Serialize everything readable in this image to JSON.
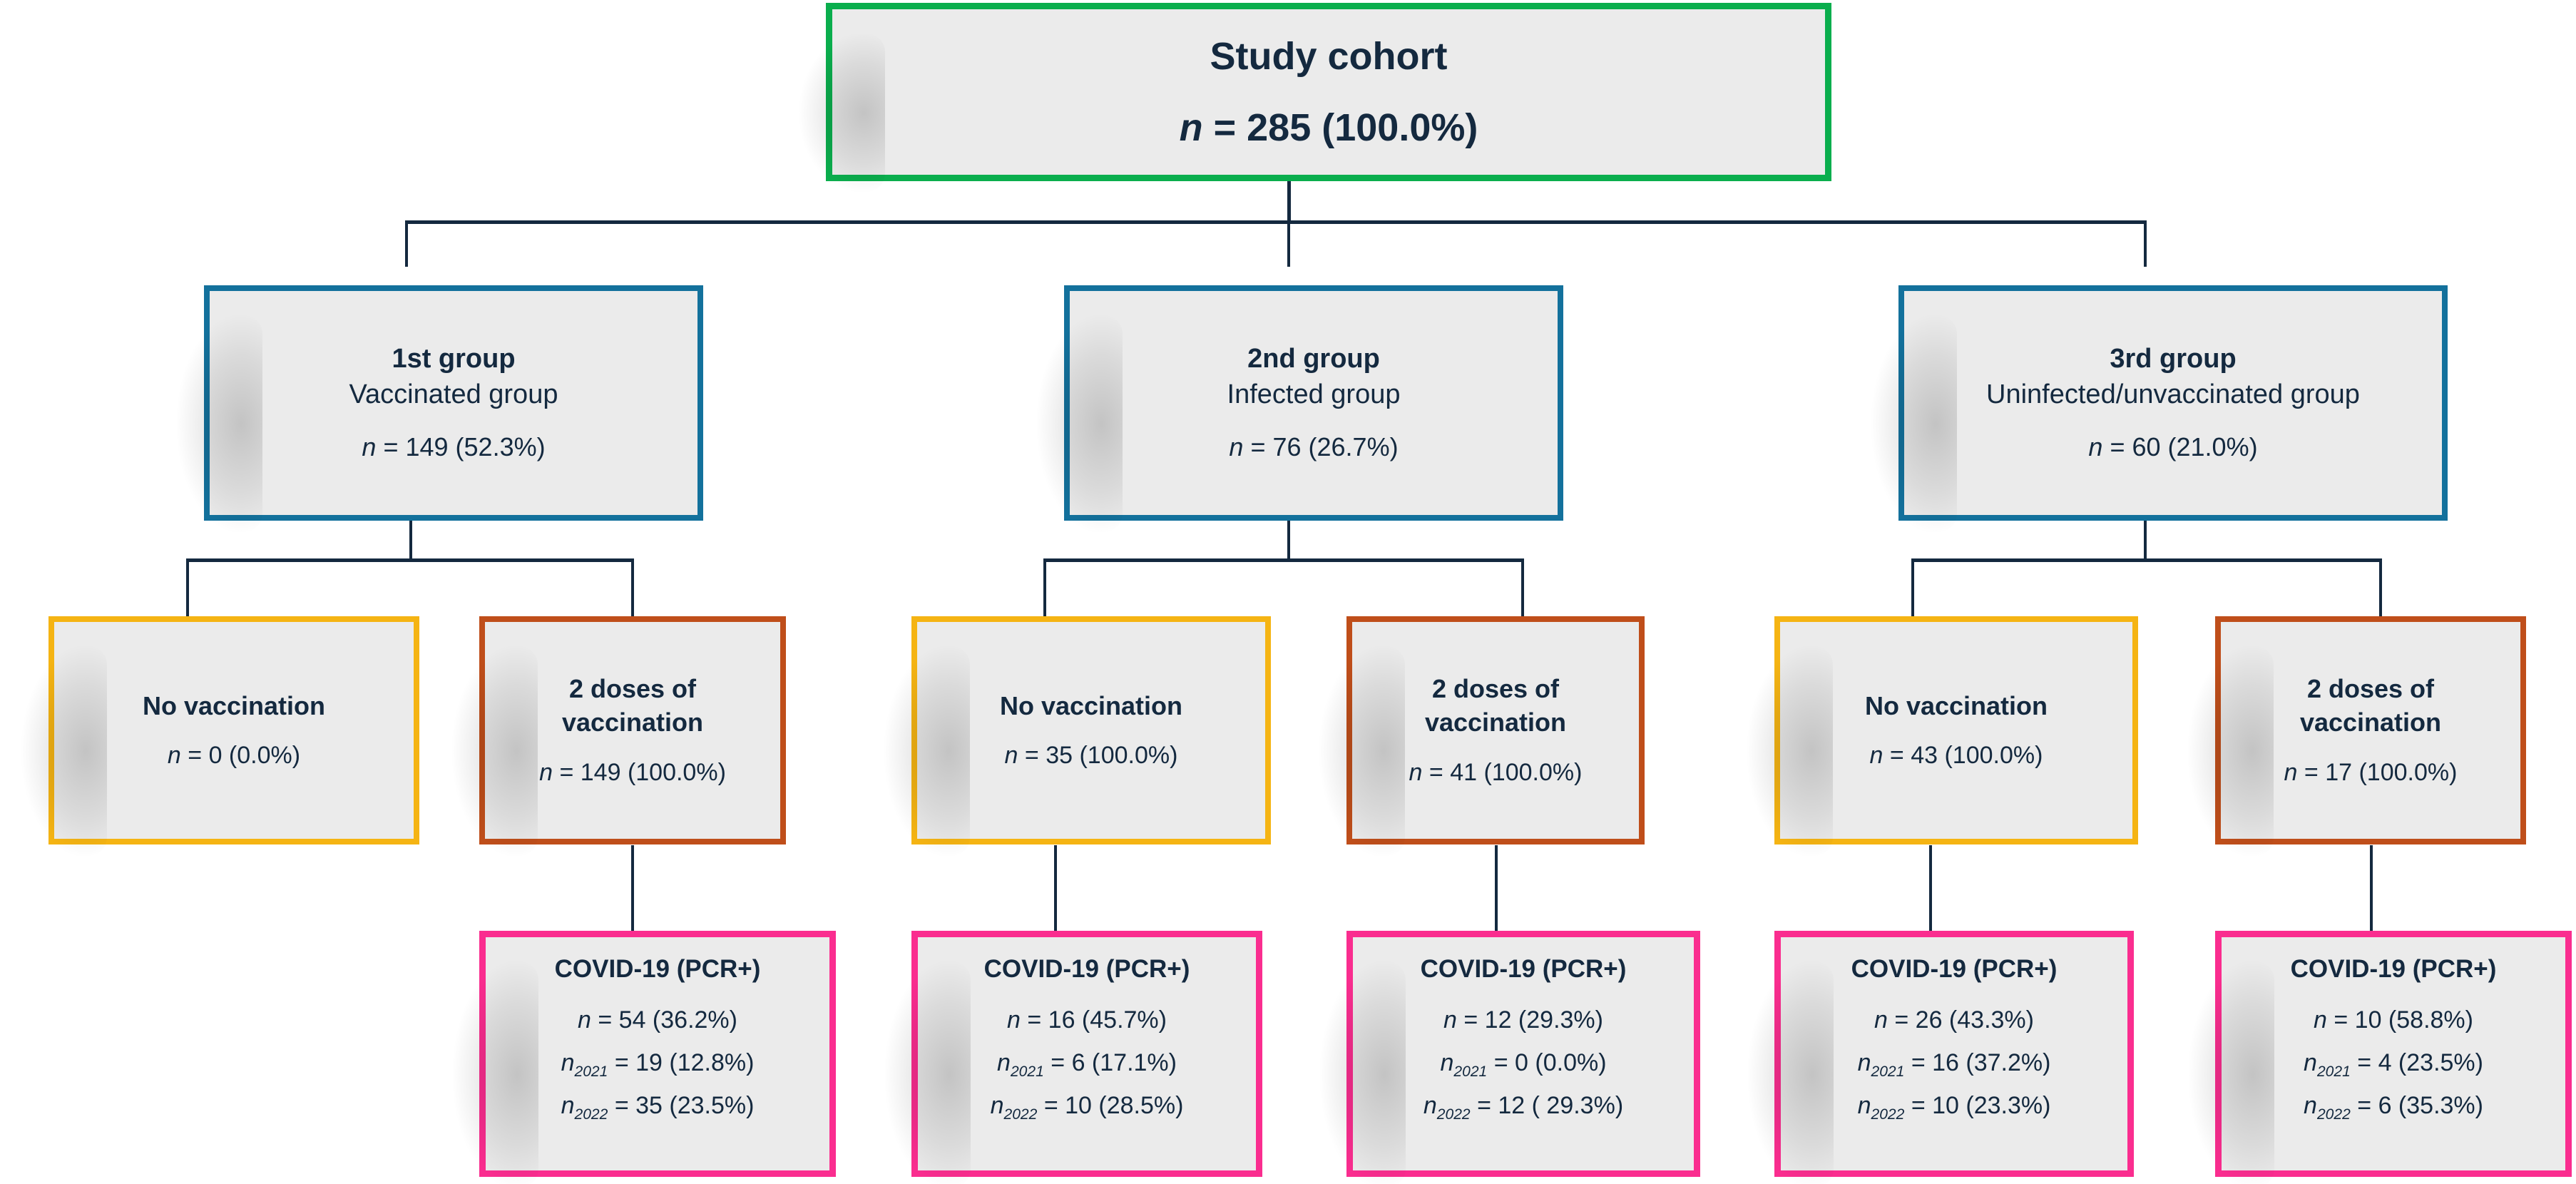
{
  "colors": {
    "root_border": "#0aae4d",
    "group_border": "#13719c",
    "no_vax_border": "#f5b413",
    "dose_border": "#bf4e1a",
    "covid_border": "#fa2d8f",
    "box_fill": "#ebebeb",
    "text": "#14293f",
    "connector": "#14293f"
  },
  "chart_data": {
    "type": "flowchart",
    "title": "Study cohort",
    "levels": 4,
    "total_n": 285
  },
  "root": {
    "title": "Study cohort",
    "stat_prefix": "n",
    "stat": " = 285 (100.0%)"
  },
  "groups": [
    {
      "title": "1st group",
      "sub": "Vaccinated group",
      "stat_prefix": "n",
      "stat": " = 149 (52.3%)"
    },
    {
      "title": "2nd group",
      "sub": "Infected group",
      "stat_prefix": "n",
      "stat": " = 76 (26.7%)"
    },
    {
      "title": "3rd group",
      "sub": "Uninfected/unvaccinated group",
      "stat_prefix": "n",
      "stat": " = 60 (21.0%)"
    }
  ],
  "doses": [
    {
      "title": "No vaccination",
      "stat_prefix": "n",
      "stat": " = 0 (0.0%)"
    },
    {
      "title_l1": "2 doses of",
      "title_l2": "vaccination",
      "stat_prefix": "n",
      "stat": " = 149 (100.0%)"
    },
    {
      "title": "No vaccination",
      "stat_prefix": "n",
      "stat": " = 35 (100.0%)"
    },
    {
      "title_l1": "2 doses of",
      "title_l2": "vaccination",
      "stat_prefix": "n",
      "stat": " = 41 (100.0%)"
    },
    {
      "title": "No vaccination",
      "stat_prefix": "n",
      "stat": " = 43 (100.0%)"
    },
    {
      "title_l1": "2 doses of",
      "title_l2": "vaccination",
      "stat_prefix": "n",
      "stat": " = 17 (100.0%)"
    }
  ],
  "covid": [
    {
      "title": "COVID-19 (PCR+)",
      "n_prefix": "n",
      "n_stat": " = 54 (36.2%)",
      "y2021_prefix": "n",
      "y2021_sub": "2021",
      "y2021_stat": " = 19 (12.8%)",
      "y2022_prefix": "n",
      "y2022_sub": "2022",
      "y2022_stat": " = 35 (23.5%)"
    },
    {
      "title": "COVID-19 (PCR+)",
      "n_prefix": "n",
      "n_stat": " = 16 (45.7%)",
      "y2021_prefix": "n",
      "y2021_sub": "2021",
      "y2021_stat": " = 6 (17.1%)",
      "y2022_prefix": "n",
      "y2022_sub": "2022",
      "y2022_stat": " = 10 (28.5%)"
    },
    {
      "title": "COVID-19 (PCR+)",
      "n_prefix": "n",
      "n_stat": " = 12 (29.3%)",
      "y2021_prefix": "n",
      "y2021_sub": "2021",
      "y2021_stat": " = 0 (0.0%)",
      "y2022_prefix": "n",
      "y2022_sub": "2022",
      "y2022_stat": " = 12 ( 29.3%)"
    },
    {
      "title": "COVID-19 (PCR+)",
      "n_prefix": "n",
      "n_stat": " = 26 (43.3%)",
      "y2021_prefix": "n",
      "y2021_sub": "2021",
      "y2021_stat": " = 16 (37.2%)",
      "y2022_prefix": "n",
      "y2022_sub": "2022",
      "y2022_stat": " = 10 (23.3%)"
    },
    {
      "title": "COVID-19 (PCR+)",
      "n_prefix": "n",
      "n_stat": " = 10  (58.8%)",
      "y2021_prefix": "n",
      "y2021_sub": "2021",
      "y2021_stat": " = 4 (23.5%)",
      "y2022_prefix": "n",
      "y2022_sub": "2022",
      "y2022_stat": " = 6 (35.3%)"
    }
  ]
}
